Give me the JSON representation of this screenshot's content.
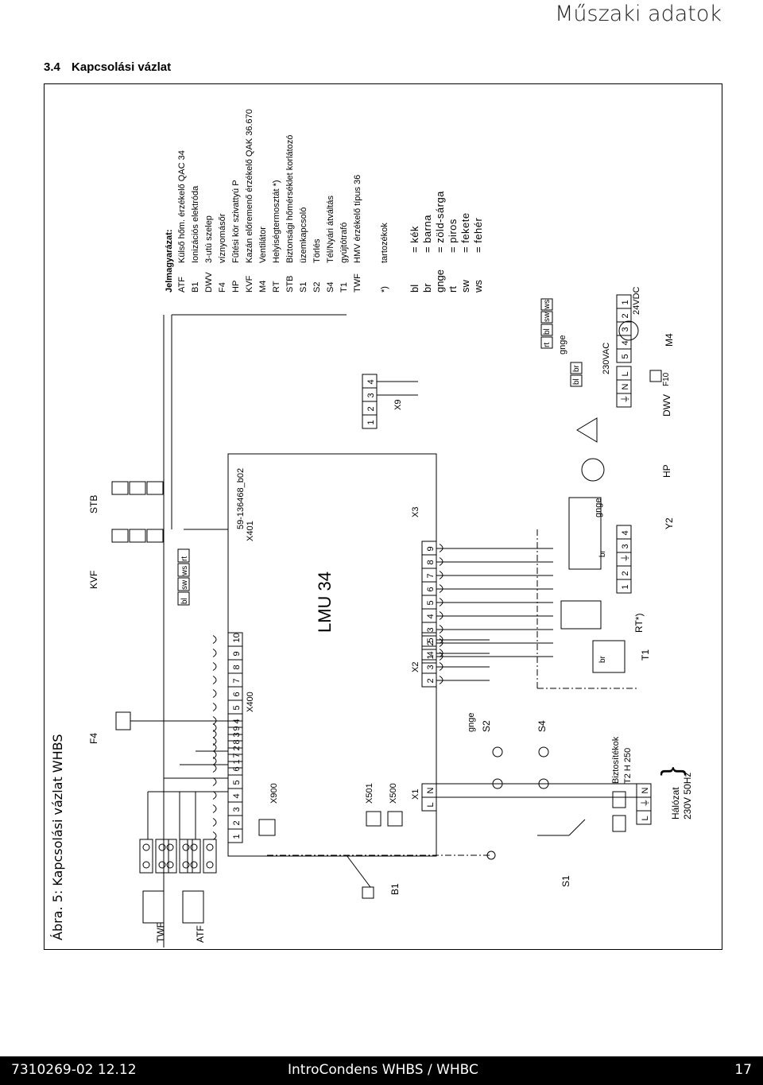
{
  "header": {
    "title": "Műszaki adatok"
  },
  "section": {
    "number": "3.4",
    "title": "Kapcsolási vázlat"
  },
  "figure": {
    "caption": "Ábra. 5: Kapcsolási vázlat WHBS"
  },
  "diagram": {
    "drawing_id": "59-136468_b02",
    "controller": "LMU 34",
    "connectors": [
      "X400",
      "X401",
      "X900",
      "X501",
      "X500",
      "X1",
      "X2",
      "X3",
      "X9"
    ],
    "x400_pins": [
      "9",
      "8",
      "7",
      "6",
      "5",
      "4",
      "3",
      "2",
      "1"
    ],
    "x401_pins": [
      "10",
      "9",
      "8",
      "7",
      "6",
      "5",
      "4",
      "3",
      "2",
      "1"
    ],
    "x2_pins": [
      "2",
      "3",
      "4",
      "5"
    ],
    "x3_pins": [
      "1",
      "2",
      "3",
      "4",
      "5",
      "6",
      "7",
      "8",
      "9"
    ],
    "x9_pins": [
      "1",
      "2",
      "3",
      "4"
    ],
    "x1_pins": [
      "L",
      "N"
    ],
    "components": {
      "twf": "TWF",
      "atf": "ATF",
      "b1": "B1",
      "f4": "F4",
      "kvf": "KVF",
      "stb": "STB",
      "s1": "S1",
      "s2": "S2",
      "s4": "S4",
      "t1": "T1",
      "rt": "RT*)",
      "y2": "Y2",
      "hp": "HP",
      "dwv": "DWV",
      "m4": "M4",
      "f10": "F10",
      "v230": "230VAC",
      "v24": "24VDC",
      "fuses_line1": "Biztosítékok",
      "fuses_line2": "T2 H 250",
      "mains_line1": "Hálózat",
      "mains_line2": "230V 50Hz"
    },
    "wire_labels": {
      "rt": "rt",
      "ws": "ws",
      "bl": "bl",
      "sw": "sw",
      "br": "br",
      "gnge": "gnge",
      "L": "L",
      "N": "N",
      "pe": "⏚"
    }
  },
  "legend": {
    "title": "Jelmagyarázat:",
    "items": [
      {
        "code": "ATF",
        "desc": "Külső hőm. érzékelő QAC 34"
      },
      {
        "code": "B1",
        "desc": "Ionizációs elektróda"
      },
      {
        "code": "DWV",
        "desc": "3-utú szelep"
      },
      {
        "code": "F4",
        "desc": "víznyomásőr"
      },
      {
        "code": "HP",
        "desc": "Fűtési kör szivattyú P"
      },
      {
        "code": "KVF",
        "desc": "Kazán előremenő érzékelő QAK 36.670"
      },
      {
        "code": "M4",
        "desc": "Ventilátor"
      },
      {
        "code": "RT",
        "desc": "Helyiségtermosztát *)"
      },
      {
        "code": "STB",
        "desc": "Biztonsági hőmérséklet korlátozó"
      },
      {
        "code": "S1",
        "desc": "üzemkapcsoló"
      },
      {
        "code": "S2",
        "desc": "Törlés"
      },
      {
        "code": "S4",
        "desc": "Tél/Nyári átváltás"
      },
      {
        "code": "T1",
        "desc": "gyújtótrafó"
      },
      {
        "code": "TWF",
        "desc": "HMV érzékelő típus 36"
      }
    ],
    "note": {
      "code": "*)",
      "desc": "tartozékok"
    },
    "colors": [
      {
        "code": "bl",
        "desc": "= kék"
      },
      {
        "code": "br",
        "desc": "= barna"
      },
      {
        "code": "gnge",
        "desc": "= zöld-sárga"
      },
      {
        "code": "rt",
        "desc": "= piros"
      },
      {
        "code": "sw",
        "desc": "= fekete"
      },
      {
        "code": "ws",
        "desc": "= fehér"
      }
    ]
  },
  "footer": {
    "doc_number": "7310269-02 12.12",
    "product": "IntroCondens WHBS / WHBC",
    "page": "17"
  }
}
